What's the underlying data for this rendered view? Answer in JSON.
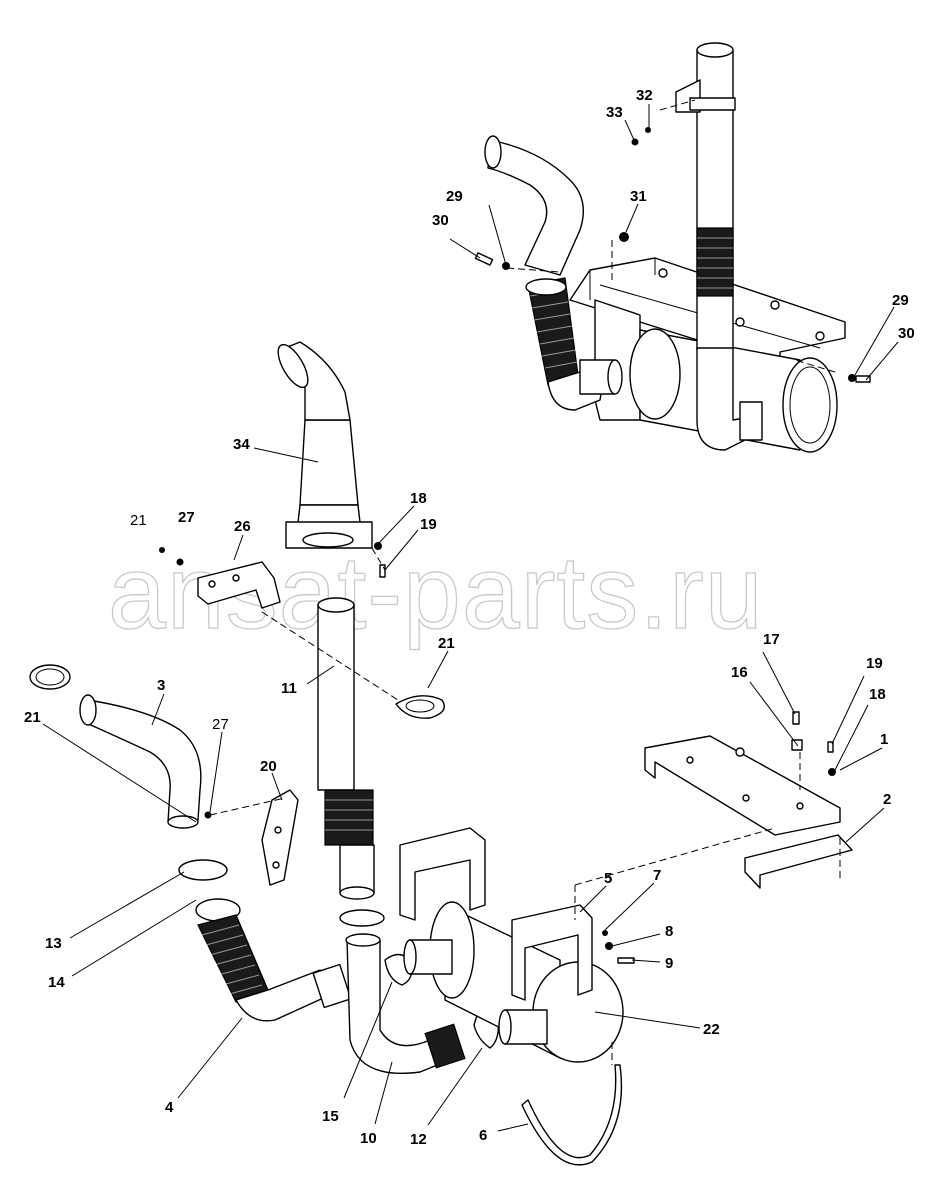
{
  "watermark": "ansat-parts.ru",
  "callouts": {
    "c1": "1",
    "c2": "2",
    "c3": "3",
    "c4": "4",
    "c5": "5",
    "c6": "6",
    "c7": "7",
    "c8": "8",
    "c9": "9",
    "c10": "10",
    "c11": "11",
    "c12": "12",
    "c13": "13",
    "c14": "14",
    "c15": "15",
    "c16": "16",
    "c17": "17",
    "c18a": "18",
    "c18b": "18",
    "c19a": "19",
    "c19b": "19",
    "c20": "20",
    "c21a": "21",
    "c21b": "21",
    "c21c": "21",
    "c22": "22",
    "c26": "26",
    "c27a": "27",
    "c27b": "27",
    "c29a": "29",
    "c29b": "29",
    "c30a": "30",
    "c30b": "30",
    "c31": "31",
    "c32": "32",
    "c33": "33",
    "c34": "34"
  },
  "colors": {
    "line": "#000000",
    "hose": "#1a1a1a",
    "watermark": "#c9c9c9",
    "background": "#ffffff"
  }
}
